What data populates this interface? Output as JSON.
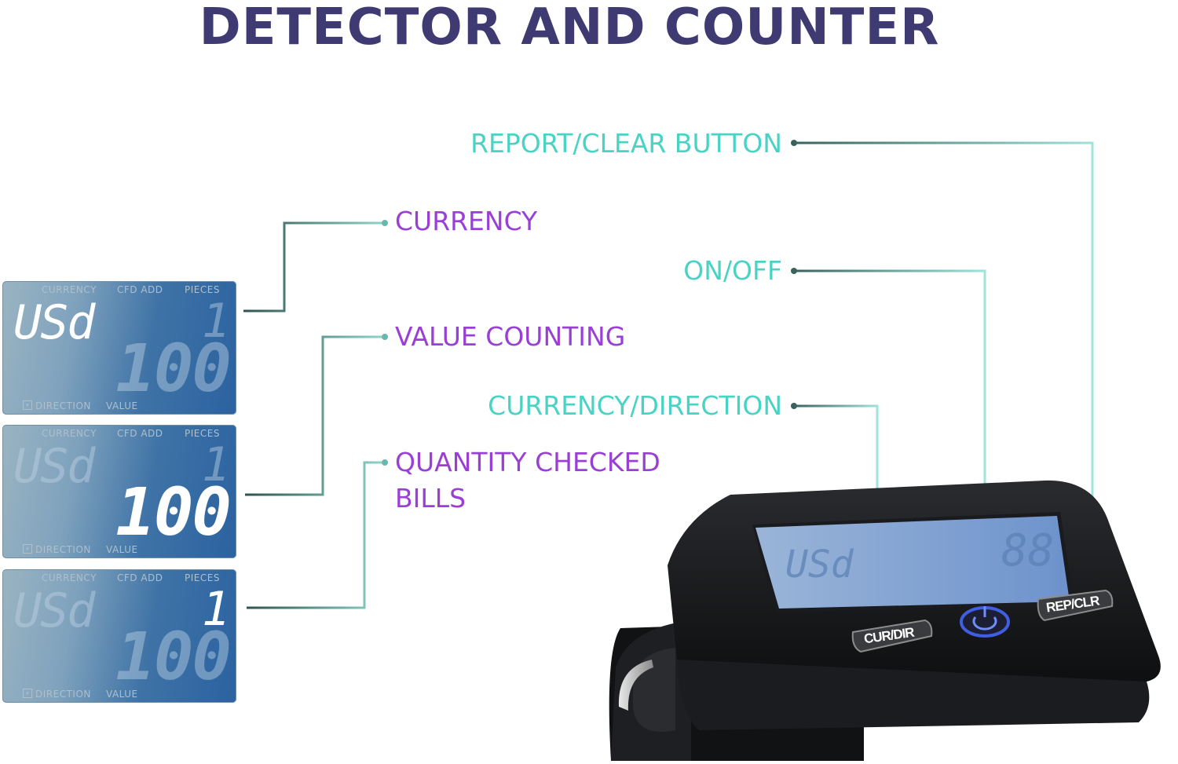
{
  "title": "DETECTOR AND COUNTER",
  "callouts": {
    "report_clear": "REPORT/CLEAR BUTTON",
    "currency": "CURRENCY",
    "on_off": "ON/OFF",
    "value_counting": "VALUE COUNTING",
    "currency_direction": "CURRENCY/DIRECTION",
    "quantity_line1": "QUANTITY CHECKED",
    "quantity_line2": "BILLS"
  },
  "lcd_labels": {
    "currency": "CURRENCY",
    "cfd_add": "CFD ADD",
    "pieces": "PIECES",
    "direction": "DIRECTION",
    "value": "VALUE"
  },
  "displays": [
    {
      "currency": "USd",
      "pieces": "1",
      "value": "100",
      "highlight": "currency"
    },
    {
      "currency": "USd",
      "pieces": "1",
      "value": "100",
      "highlight": "value"
    },
    {
      "currency": "USd",
      "pieces": "1",
      "value": "100",
      "highlight": "pieces"
    }
  ],
  "device_buttons": {
    "cur_dir": "CUR/DIR",
    "rep_clr": "REP/CLR"
  },
  "colors": {
    "title": "#3f3a72",
    "teal_label": "#49d3c5",
    "purple_label": "#9a3fd6",
    "leader_line": "#3f6f6a",
    "power_led": "#3f5fe0"
  }
}
